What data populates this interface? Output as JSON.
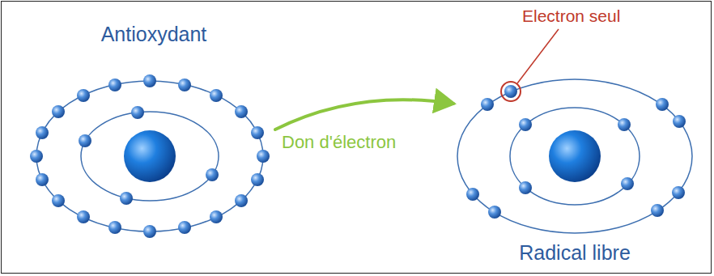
{
  "diagram": {
    "nodes": [
      {
        "text": [
          "Antioxydant"
        ]
      },
      {
        "text": [
          "Radical libre"
        ]
      }
    ],
    "edges": [
      {
        "from": 0,
        "to": 1,
        "arrow": "to",
        "label": "Don d'électron"
      }
    ],
    "labels": [
      "Electron seul"
    ]
  }
}
